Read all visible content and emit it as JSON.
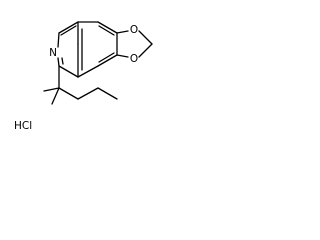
{
  "molecule": {
    "atoms": {
      "nitrogen": "N",
      "oxygen_top": "O",
      "oxygen_bottom": "O"
    },
    "salt": "HCl",
    "colors": {
      "bond": "#000000",
      "label": "#000000",
      "background": "#ffffff"
    }
  }
}
